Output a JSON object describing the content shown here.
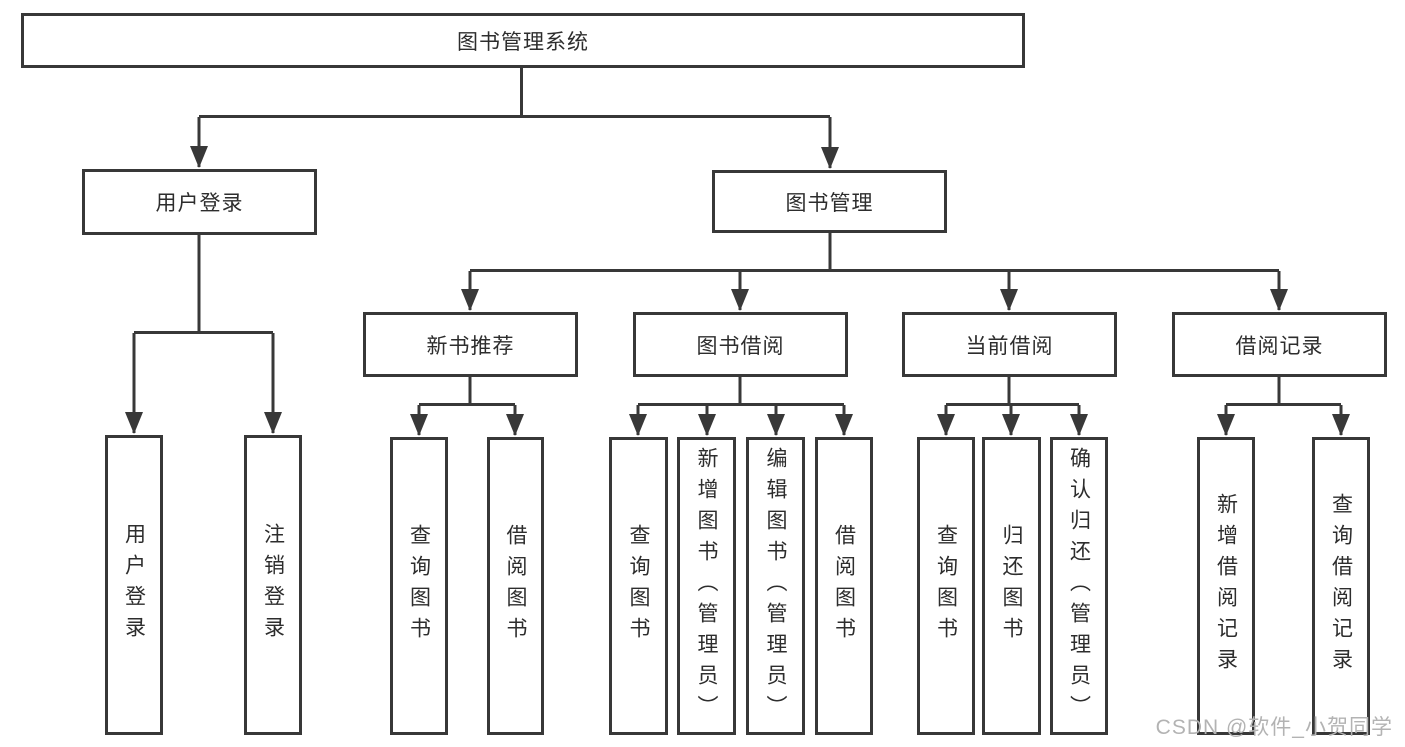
{
  "tree": {
    "root": {
      "label": "图书管理系统"
    },
    "branches": [
      {
        "label": "用户登录",
        "children": [
          {
            "label": "用户登录"
          },
          {
            "label": "注销登录"
          }
        ]
      },
      {
        "label": "图书管理",
        "children": [
          {
            "label": "新书推荐",
            "children": [
              {
                "label": "查询图书"
              },
              {
                "label": "借阅图书"
              }
            ]
          },
          {
            "label": "图书借阅",
            "children": [
              {
                "label": "查询图书"
              },
              {
                "label": "新增图书（管理员）"
              },
              {
                "label": "编辑图书（管理员）"
              },
              {
                "label": "借阅图书"
              }
            ]
          },
          {
            "label": "当前借阅",
            "children": [
              {
                "label": "查询图书"
              },
              {
                "label": "归还图书"
              },
              {
                "label": "确认归还（管理员）"
              }
            ]
          },
          {
            "label": "借阅记录",
            "children": [
              {
                "label": "新增借阅记录"
              },
              {
                "label": "查询借阅记录"
              }
            ]
          }
        ]
      }
    ]
  },
  "watermark": "CSDN @软件_小贺同学",
  "colors": {
    "line": "#383838",
    "box_border": "#383838",
    "text": "#2d2d2d",
    "watermark": "#b3b3b3",
    "background": "#ffffff"
  }
}
